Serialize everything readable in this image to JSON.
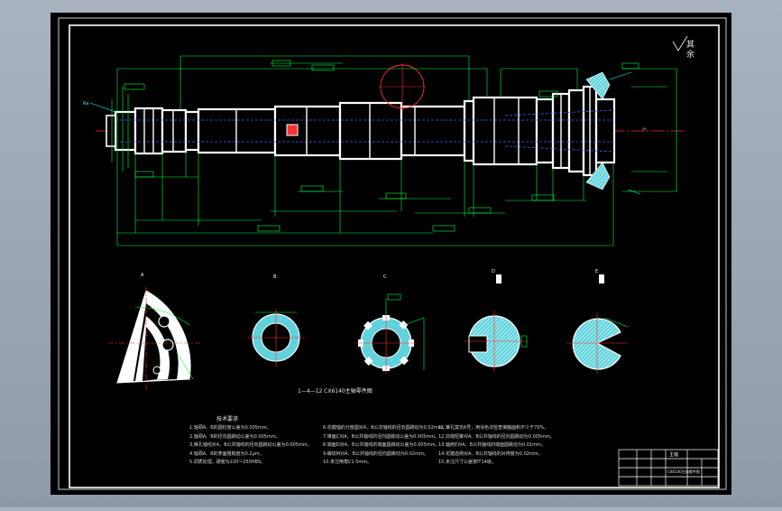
{
  "drawing": {
    "caption": "1—4—12 CX6140主轴零件图",
    "technical_requirements_title": "技术要求",
    "top_right_mark": "其余",
    "notes_col1": [
      "1.轴颈A、B的圆柱度公差为0.005mm。",
      "2.轴颈A、B的径向圆跳动公差为0.005mm。",
      "3.锥孔轴线对A、B公共轴线的径向圆跳动公差为0.005mm。",
      "4.轴颈A、B的表面粗糙度为0.2μm。",
      "5.调质处理，硬度为220～250HBS。"
    ],
    "notes_col2": [
      "6.花键轴的分度圆对A、B公共轴线的径向圆跳动为0.02mm。",
      "7.锥面C对A、B公共轴线的径向圆跳动公差为0.005mm。",
      "8.端面D对A、B公共轴线的端面圆跳动公差为0.005mm。",
      "9.螺纹M对A、B公共轴线的径向圆跳动为0.02mm。",
      "10.未注倒角C1.5mm。"
    ],
    "notes_col3": [
      "11.锥孔莫氏6号，用涂色法检查接触面积不少于70%。",
      "12.前端短锥对A、B公共轴线的径向圆跳动为0.005mm。",
      "13.轴肩E对A、B公共轴线的端面圆跳动为0.01mm。",
      "14.花键齿侧对A、B公共轴线的对称度为0.02mm。",
      "15.未注尺寸公差按IT14级。"
    ],
    "title_block": {
      "name": "主轴",
      "drawing_no": "CX6140主轴零件图"
    },
    "section_labels": [
      "A",
      "B",
      "C",
      "D",
      "E"
    ],
    "colors": {
      "sheet": "#000000",
      "frame": "#ffffff",
      "dimension": "#00ff3c",
      "centerline": "#ff3030",
      "hidden": "#4a5cff",
      "leader": "#00ffff"
    }
  }
}
